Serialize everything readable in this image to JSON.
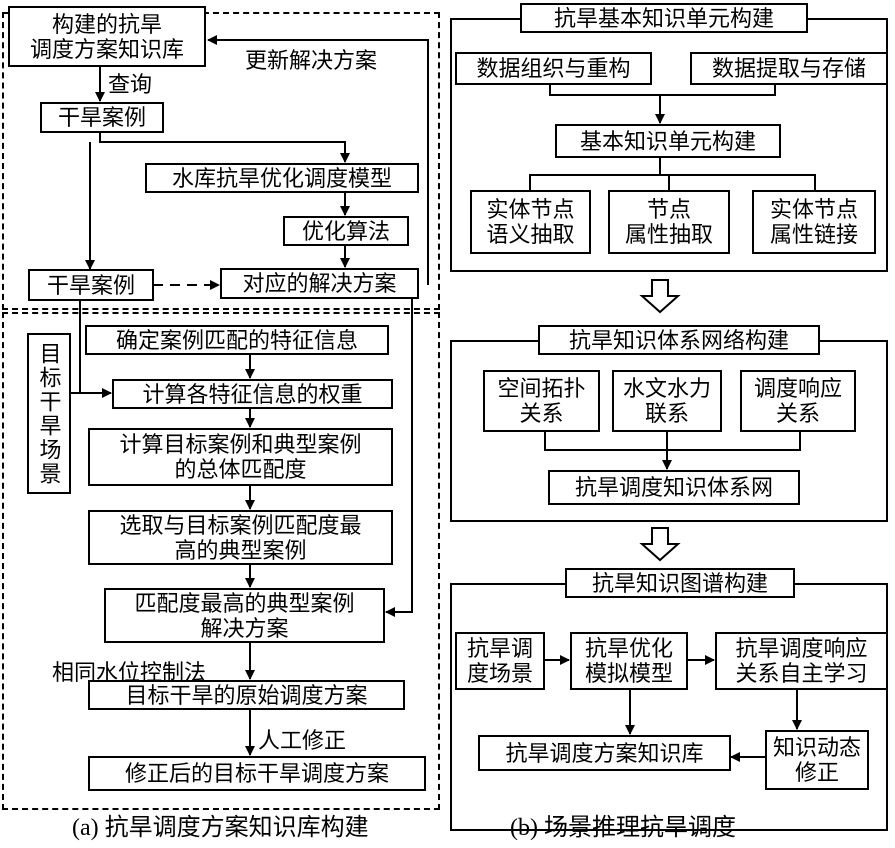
{
  "left": {
    "kb_box": "构建的抗旱\n调度方案知识库",
    "query_label": "查询",
    "update_label": "更新解决方案",
    "drought_case_top": "干旱案例",
    "reservoir_model": "水库抗旱优化调度模型",
    "opt_algorithm": "优化算法",
    "drought_case_bottom": "干旱案例",
    "solution": "对应的解决方案",
    "target_scene": "目标干旱场景",
    "step1": "确定案例匹配的特征信息",
    "step2": "计算各特征信息的权重",
    "step3": "计算目标案例和典型案例\n的总体匹配度",
    "step4": "选取与目标案例匹配度最\n高的典型案例",
    "step5": "匹配度最高的典型案例\n解决方案",
    "same_level_label": "相同水位控制法",
    "step6": "目标干旱的原始调度方案",
    "manual_label": "人工修正",
    "step7": "修正后的目标干旱调度方案",
    "caption": "(a) 抗旱调度方案知识库构建"
  },
  "right": {
    "sec1": {
      "title": "抗旱基本知识单元构建",
      "data_org": "数据组织与重构",
      "data_extract": "数据提取与存储",
      "unit_build": "基本知识单元构建",
      "sub": [
        "实体节点\n语义抽取",
        "节点\n属性抽取",
        "实体节点\n属性链接"
      ]
    },
    "sec2": {
      "title": "抗旱知识体系网络构建",
      "sub": [
        "空间拓扑\n关系",
        "水文水力\n联系",
        "调度响应\n关系"
      ],
      "network": "抗旱调度知识体系网"
    },
    "sec3": {
      "title": "抗旱知识图谱构建",
      "scene": "抗旱调\n度场景",
      "model": "抗旱优化\n模拟模型",
      "learning": "抗旱调度响应\n关系自主学习",
      "kb": "抗旱调度方案知识库",
      "dynamic": "知识动态\n修正"
    },
    "caption": "(b) 场景推理抗旱调度"
  }
}
